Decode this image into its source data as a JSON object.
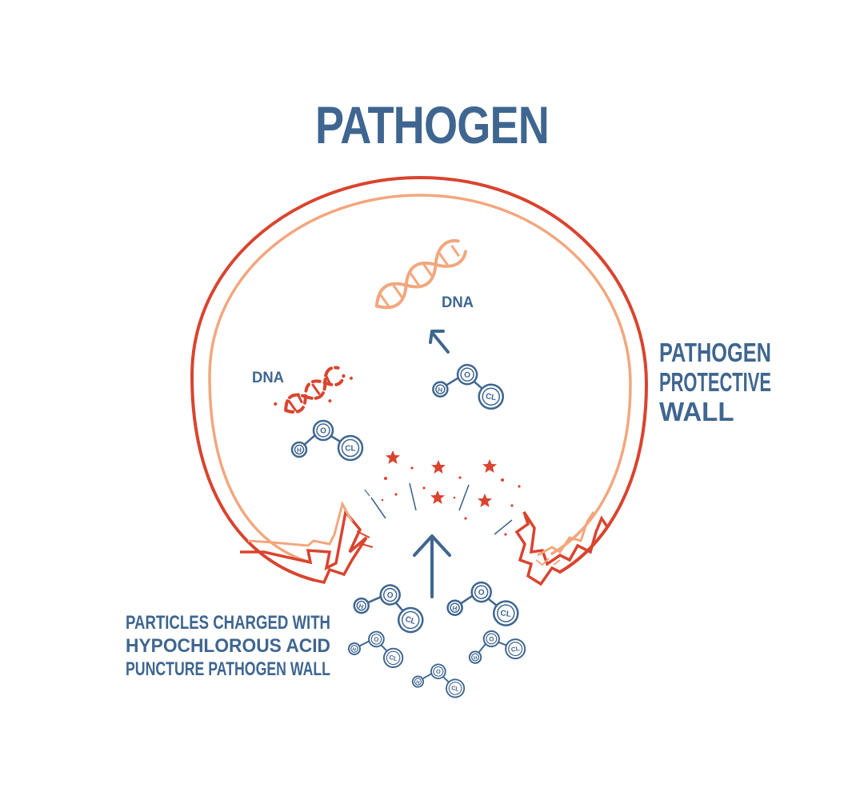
{
  "title": "PATHOGEN",
  "labels": {
    "dna_top": "DNA",
    "dna_left": "DNA",
    "wall_line1": "PATHOGEN",
    "wall_line2": "PROTECTIVE",
    "wall_line3": "WALL",
    "particles_line1": "PARTICLES CHARGED WITH",
    "particles_line2": "HYPOCHLOROUS ACID",
    "particles_line3": "PUNCTURE PATHOGEN WALL"
  },
  "molecule_atoms": {
    "hydrogen": "H",
    "oxygen": "O",
    "chlorine": "CL"
  },
  "colors": {
    "text_blue": "#3f6690",
    "molecule_blue": "#3f6690",
    "outer_wall": "#d9442f",
    "inner_wall": "#f2a77e",
    "damaged_dna": "#d9442f",
    "intact_dna": "#f2a77e",
    "sparks": "#d9442f"
  },
  "icons": {
    "intact_dna": "dna-helix-icon",
    "damaged_dna": "broken-dna-icon",
    "molecule": "hocl-molecule-icon",
    "arrow": "up-arrow-icon",
    "spark": "star-spark-icon"
  }
}
